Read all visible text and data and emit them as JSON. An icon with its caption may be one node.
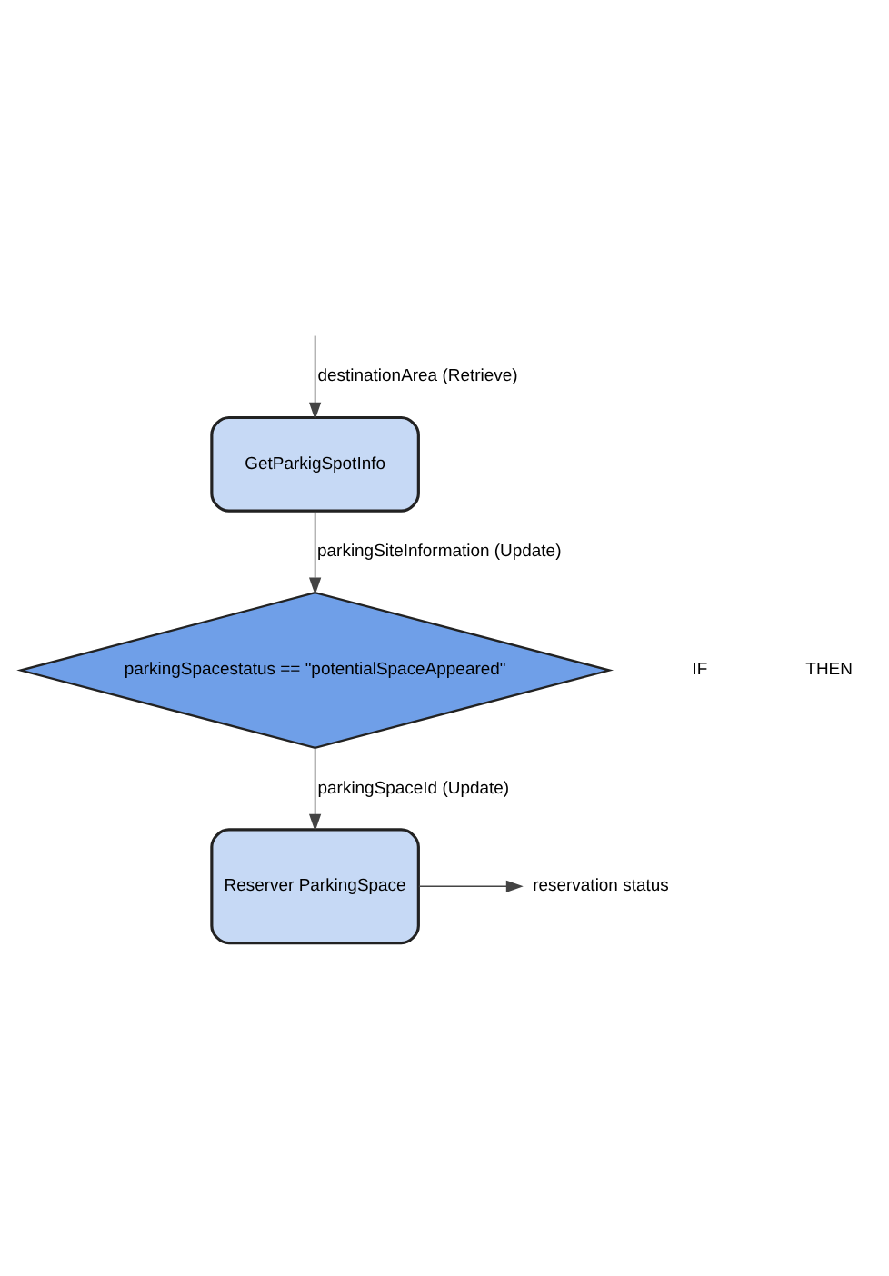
{
  "diagram": {
    "nodes": [
      {
        "text": [
          "GetParkigSpotInfo"
        ]
      },
      {
        "text": [
          "parkingSpacestatus == \"potentialSpaceAppeared\""
        ]
      },
      {
        "text": [
          "Reserver ParkingSpace"
        ]
      },
      {
        "text": [
          "reservation status"
        ]
      }
    ],
    "edges": [
      {
        "from": null,
        "to": 0,
        "arrow": "to",
        "label": "destinationArea (Retrieve)"
      },
      {
        "from": 0,
        "to": 1,
        "arrow": "to",
        "label": "parkingSiteInformation (Update)"
      },
      {
        "from": 1,
        "to": 2,
        "arrow": "to",
        "label": "parkingSpaceId (Update)"
      },
      {
        "from": 2,
        "to": 3,
        "arrow": "to"
      }
    ],
    "labels": [
      "IF",
      "THEN"
    ]
  }
}
